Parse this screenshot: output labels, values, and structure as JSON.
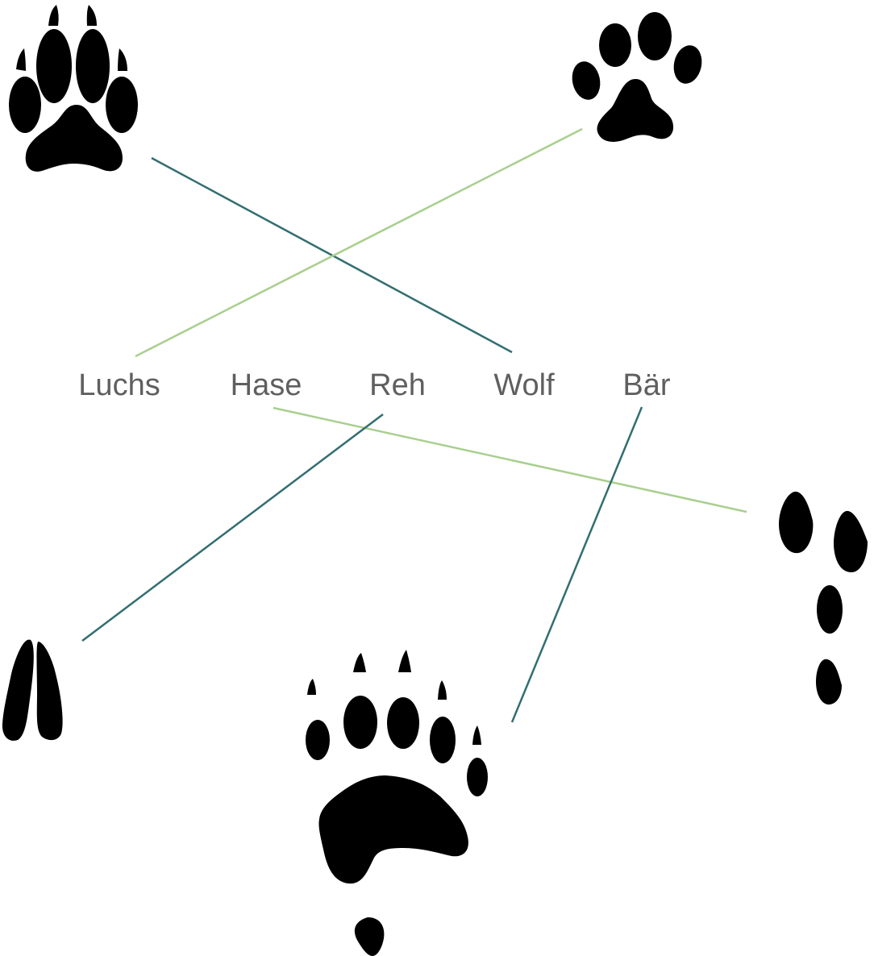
{
  "labels": {
    "luchs": "Luchs",
    "hase": "Hase",
    "reh": "Reh",
    "wolf": "Wolf",
    "baer": "Bär"
  },
  "colors": {
    "dark_line": "#336e70",
    "light_line": "#a9cf8f",
    "label": "#5f5f5f",
    "print": "#000000"
  },
  "connections": [
    {
      "from": "wolf-print",
      "to": "Wolf",
      "color": "dark_line"
    },
    {
      "from": "lynx-print",
      "to": "Luchs",
      "color": "light_line"
    },
    {
      "from": "hare-print",
      "to": "Hase",
      "color": "light_line"
    },
    {
      "from": "deer-print",
      "to": "Reh",
      "color": "dark_line"
    },
    {
      "from": "bear-print",
      "to": "Bär",
      "color": "dark_line"
    }
  ]
}
